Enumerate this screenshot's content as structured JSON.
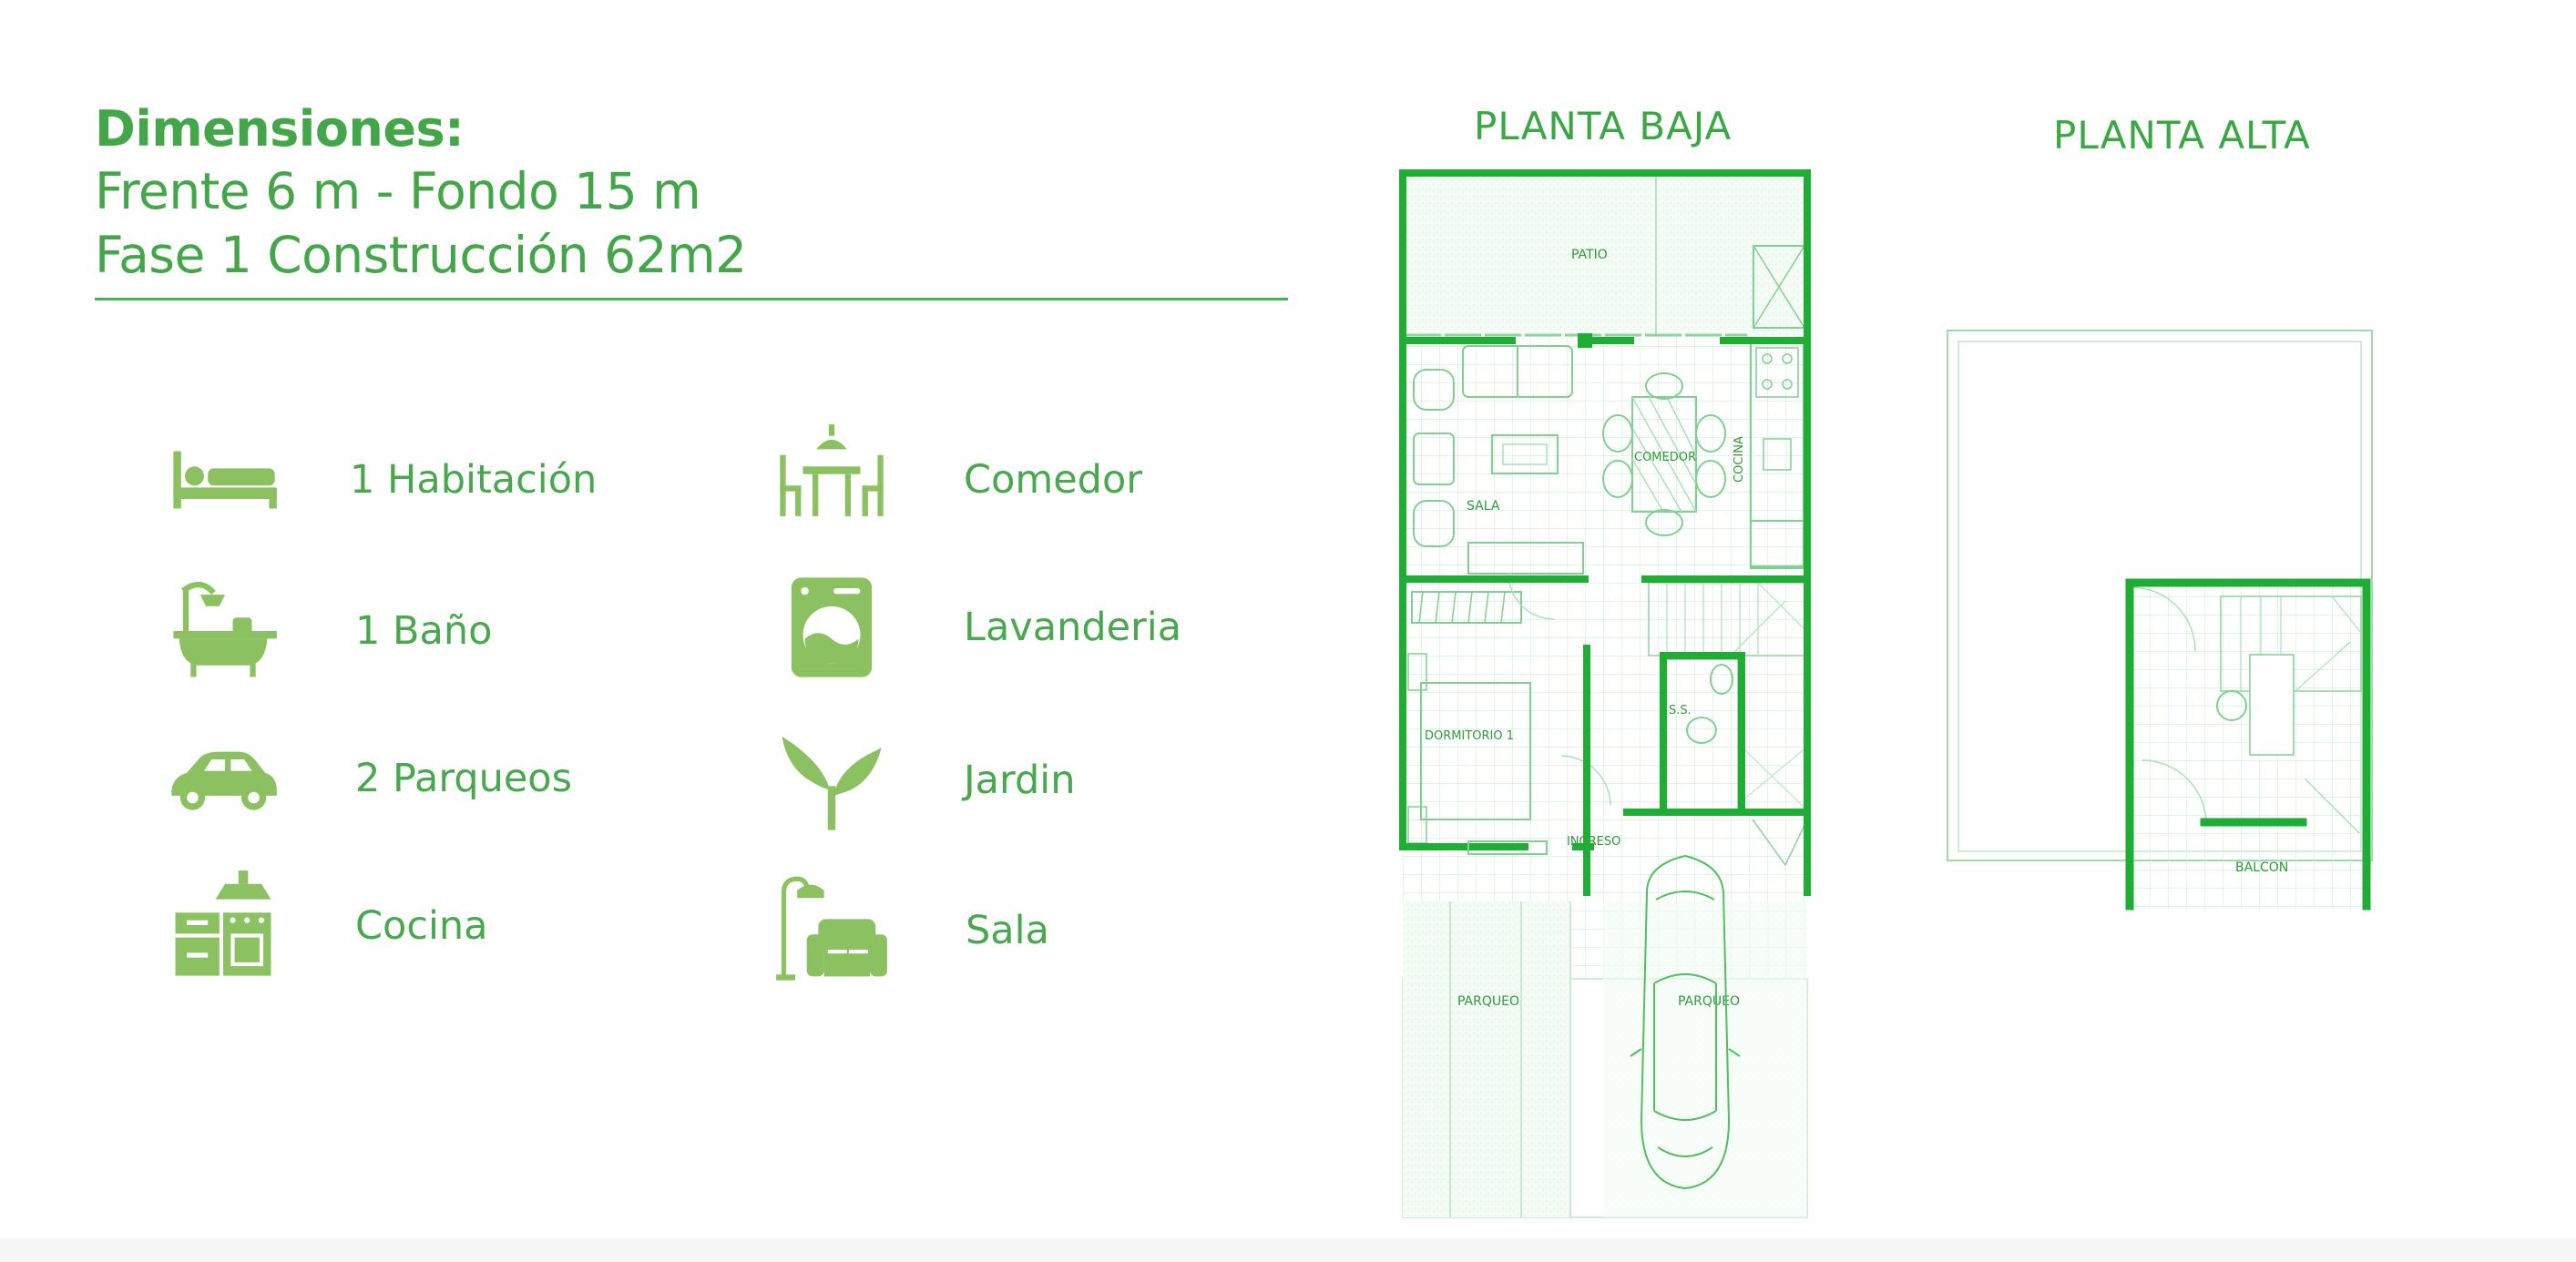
{
  "header": {
    "title": "Dimensiones:",
    "line1": "Frente 6 m - Fondo 15 m",
    "line2": "Fase 1  Construcción 62m2"
  },
  "features": [
    {
      "icon": "bed-icon",
      "label": "1  Habitación"
    },
    {
      "icon": "dining-table-icon",
      "label": "Comedor"
    },
    {
      "icon": "bathtub-icon",
      "label": "1 Baño"
    },
    {
      "icon": "washing-machine-icon",
      "label": "Lavanderia"
    },
    {
      "icon": "car-icon",
      "label": "2 Parqueos"
    },
    {
      "icon": "sprout-icon",
      "label": "Jardin"
    },
    {
      "icon": "kitchen-icon",
      "label": "Cocina"
    },
    {
      "icon": "sofa-lamp-icon",
      "label": "Sala"
    }
  ],
  "plans": {
    "ground_title": "PLANTA BAJA",
    "upper_title": "PLANTA ALTA",
    "rooms": {
      "patio": "PATIO",
      "comedor": "COMEDOR",
      "cocina": "COCINA",
      "sala": "SALA",
      "dormitorio": "DORMITORIO 1",
      "ss": "S.S.",
      "ingreso": "INGRESO",
      "parqueo_left": "PARQUEO",
      "parqueo_right": "PARQUEO",
      "balcon": "BALCON"
    }
  },
  "colors": {
    "accent": "#43a649",
    "icon": "#8cc162",
    "wall": "#1fad36",
    "grid": "#c9ecd0"
  }
}
